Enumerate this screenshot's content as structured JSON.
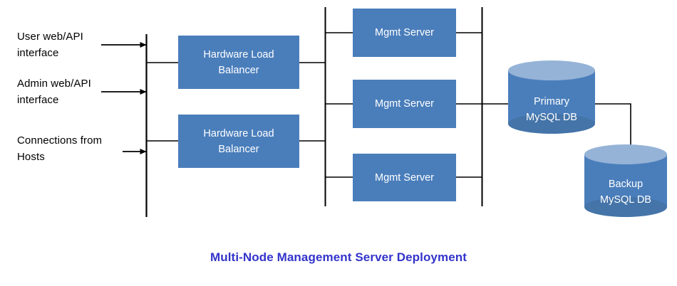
{
  "diagram": {
    "title": "Multi-Node Management Server Deployment",
    "title_color": "#3333CC",
    "background": "#ffffff",
    "node_fill": "#4A7EBB",
    "cylinder_top_fill": "#95B3D7",
    "line_color": "#000000"
  },
  "inputs": [
    {
      "id": "user",
      "label": "User web/API\ninterface"
    },
    {
      "id": "admin",
      "label": "Admin web/API\ninterface"
    },
    {
      "id": "hosts",
      "label": "Connections from\nHosts"
    }
  ],
  "load_balancers": [
    {
      "id": "lb1",
      "label": "Hardware Load\nBalancer"
    },
    {
      "id": "lb2",
      "label": "Hardware Load\nBalancer"
    }
  ],
  "mgmt_servers": [
    {
      "id": "mgmt1",
      "label": "Mgmt Server"
    },
    {
      "id": "mgmt2",
      "label": "Mgmt Server"
    },
    {
      "id": "mgmt3",
      "label": "Mgmt Server"
    }
  ],
  "databases": [
    {
      "id": "primary-db",
      "label": "Primary\nMySQL DB"
    },
    {
      "id": "backup-db",
      "label": "Backup\nMySQL DB"
    }
  ]
}
